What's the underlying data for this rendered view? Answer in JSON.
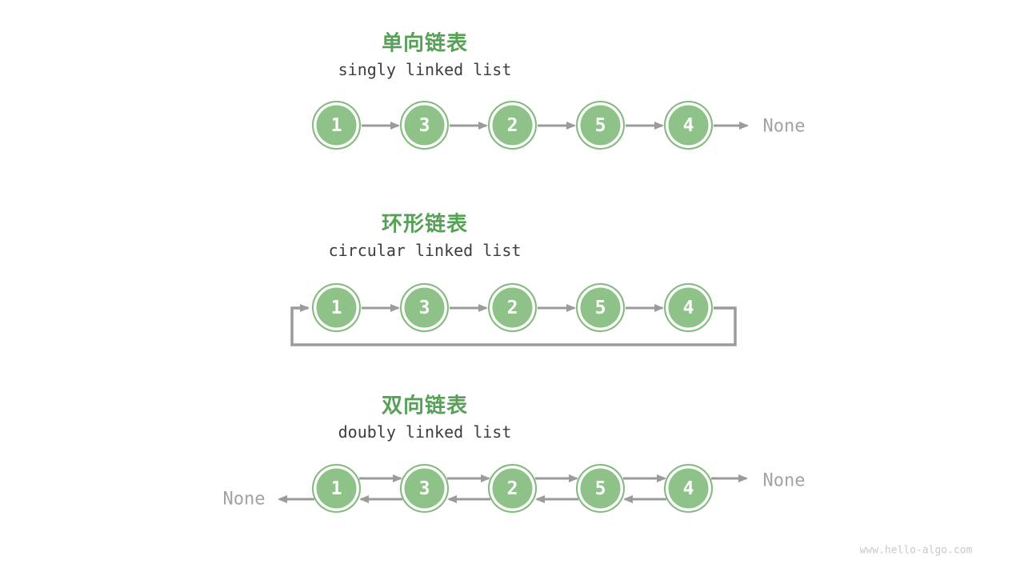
{
  "colors": {
    "node_fill": "#8ec289",
    "node_ring": "#85bb7f",
    "arrow": "#9b9b9b",
    "title_green": "#57a157",
    "subtitle_text": "#3d3d3d",
    "none_text": "#a3a3a3",
    "node_digit": "#ffffff",
    "watermark_text": "#c9c9c9"
  },
  "sections": [
    {
      "title": "单向链表",
      "subtitle": "singly linked list",
      "nodes": [
        "1",
        "3",
        "2",
        "5",
        "4"
      ],
      "tail_label": "None"
    },
    {
      "title": "环形链表",
      "subtitle": "circular linked list",
      "nodes": [
        "1",
        "3",
        "2",
        "5",
        "4"
      ]
    },
    {
      "title": "双向链表",
      "subtitle": "doubly linked list",
      "nodes": [
        "1",
        "3",
        "2",
        "5",
        "4"
      ],
      "head_label": "None",
      "tail_label": "None"
    }
  ],
  "watermark": "www.hello-algo.com"
}
